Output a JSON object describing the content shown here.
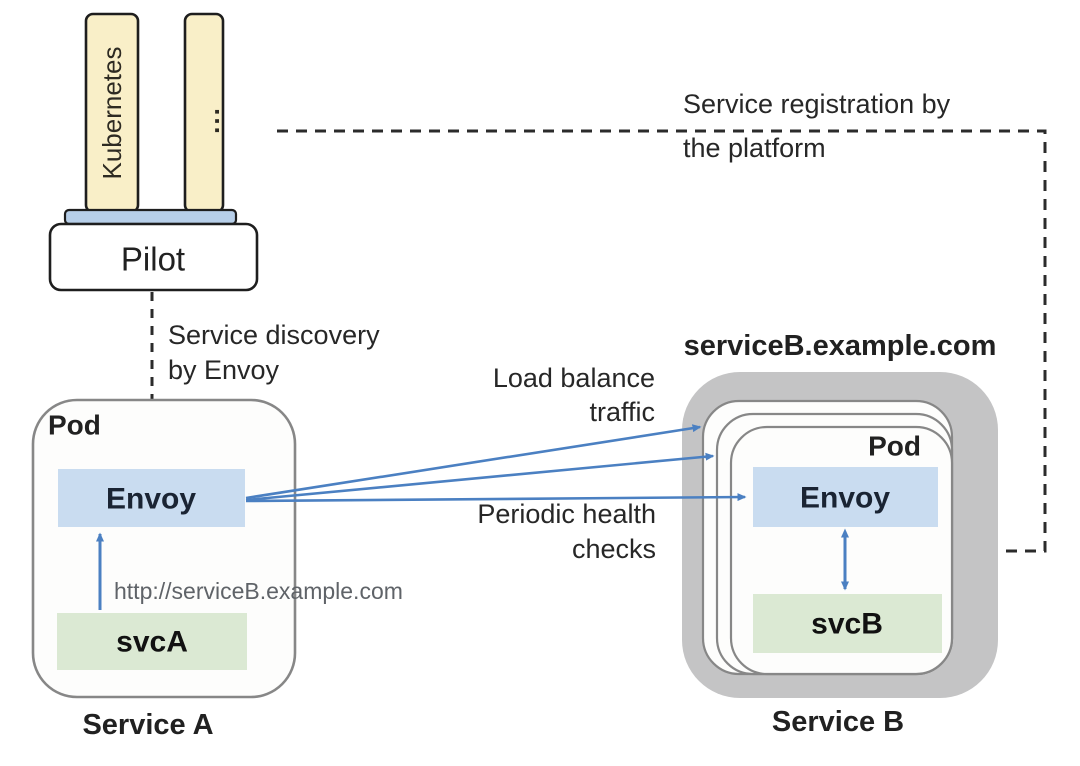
{
  "platform": {
    "kubernetes_label": "Kubernetes",
    "ellipsis_label": "...",
    "pilot_label": "Pilot"
  },
  "annotations": {
    "service_registration_line1": "Service registration by",
    "service_registration_line2": "the platform",
    "service_discovery_line1": "Service discovery",
    "service_discovery_line2": "by Envoy",
    "load_balance_line1": "Load balance",
    "load_balance_line2": "traffic",
    "health_checks_line1": "Periodic health",
    "health_checks_line2": "checks",
    "http_url": "http://serviceB.example.com"
  },
  "service_a": {
    "pod_label": "Pod",
    "envoy_label": "Envoy",
    "svc_label": "svcA",
    "title": "Service A"
  },
  "service_b": {
    "domain": "serviceB.example.com",
    "pod_label": "Pod",
    "envoy_label": "Envoy",
    "svc_label": "svcB",
    "title": "Service B"
  },
  "colors": {
    "platform_bar_fill": "#f9efc8",
    "platform_bar_stroke": "#1e1e1e",
    "connector_bar_fill": "#b7cfe9",
    "pilot_fill": "#ffffff",
    "pod_fill": "#fdfdfc",
    "pod_stroke": "#878787",
    "envoy_fill": "#c9dcf0",
    "svc_fill": "#dbe9d3",
    "group_fill": "#c4c4c5",
    "arrow_blue": "#4b80c2",
    "dash_dark": "#2b2b2b"
  }
}
